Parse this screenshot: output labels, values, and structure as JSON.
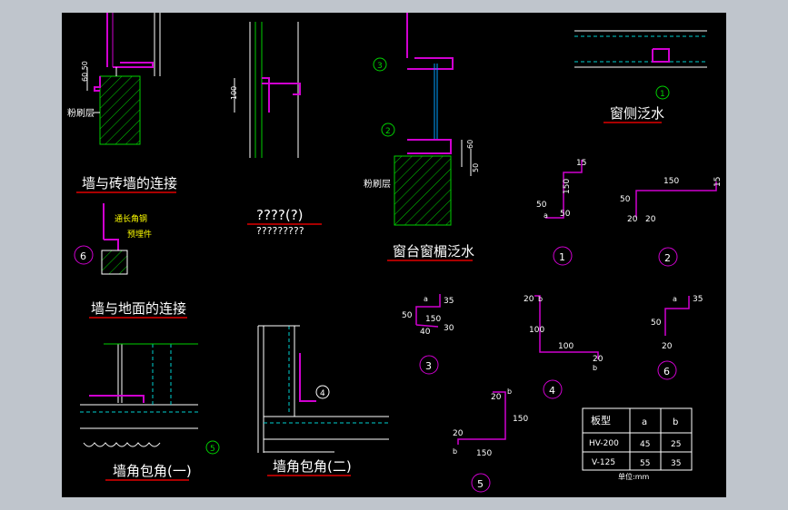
{
  "titles": {
    "wall_brick": "墙与砖墙的连接",
    "unknown_title": "????(?)",
    "unknown_sub": "?????????",
    "window_sill": "窗台窗楣泛水",
    "window_side": "窗侧泛水",
    "wall_floor": "墙与地面的连接",
    "corner_one": "墙角包角(一)",
    "corner_two": "墙角包角(二)"
  },
  "labels": {
    "plaster_a": "粉刷层",
    "plaster_b": "粉刷层",
    "angle_steel": "通长角钢",
    "embed_part": "预埋件",
    "dim_60": "60",
    "dim_50": "50",
    "dim_100": "100"
  },
  "markers": [
    "1",
    "2",
    "3",
    "4",
    "5",
    "6"
  ],
  "profiles": {
    "p1": {
      "a": "50",
      "b": "150",
      "c": "15",
      "d": "50",
      "e": "a"
    },
    "p2": {
      "a": "150",
      "b": "15",
      "c": "50",
      "d": "20",
      "e": "20"
    },
    "p3": {
      "a": "35",
      "b": "50",
      "c": "150",
      "d": "40",
      "e": "30",
      "f": "a"
    },
    "p4": {
      "a": "20",
      "b": "b",
      "c": "100",
      "d": "100",
      "e": "20",
      "f": "b"
    },
    "p5": {
      "a": "20",
      "b": "b",
      "c": "150",
      "d": "20",
      "e": "b",
      "f": "150"
    },
    "p6": {
      "a": "35",
      "b": "50",
      "c": "20",
      "d": "a"
    }
  },
  "table": {
    "headers": [
      "板型",
      "a",
      "b"
    ],
    "rows": [
      [
        "HV-200",
        "45",
        "25"
      ],
      [
        "V-125",
        "55",
        "35"
      ]
    ],
    "unit": "单位:mm"
  }
}
